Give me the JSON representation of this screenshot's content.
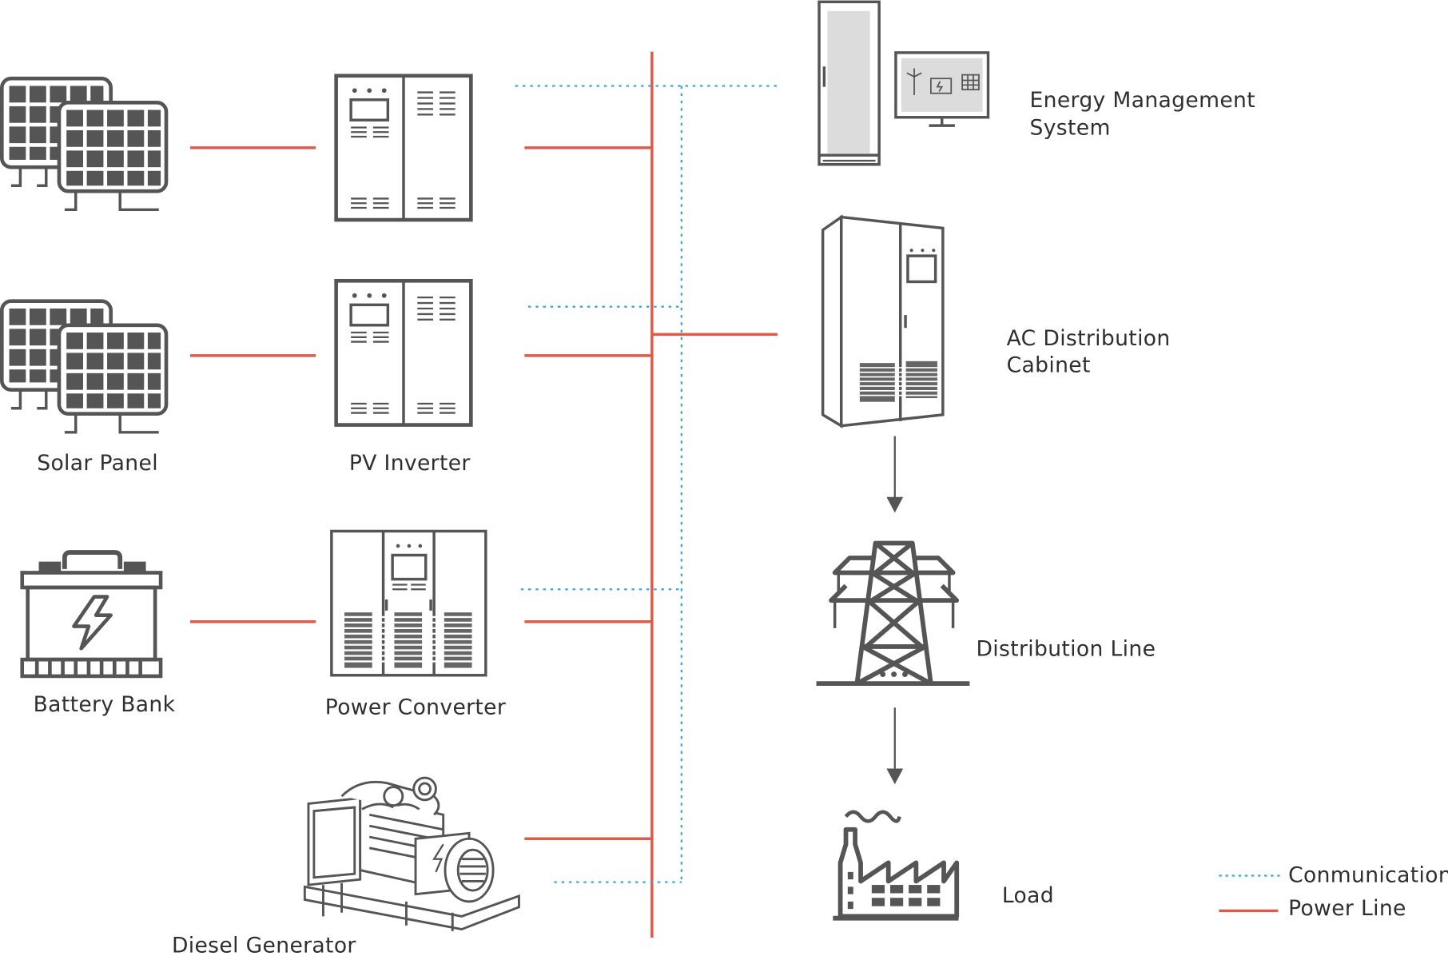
{
  "labels": {
    "solar_panel": "Solar Panel",
    "pv_inverter": "PV Inverter",
    "battery_bank": "Battery Bank",
    "power_converter": "Power Converter",
    "diesel_generator": "Diesel Generator",
    "ems_line1": "Energy Management",
    "ems_line2": "System",
    "ac_line1": "AC Distribution",
    "ac_line2": "Cabinet",
    "distribution_line": "Distribution Line",
    "load": "Load"
  },
  "legend": {
    "communication": "Conmunication",
    "power_line": "Power Line"
  },
  "colors": {
    "power_line": "#e05a4a",
    "communication": "#3aa8d8",
    "icon": "#555555"
  }
}
